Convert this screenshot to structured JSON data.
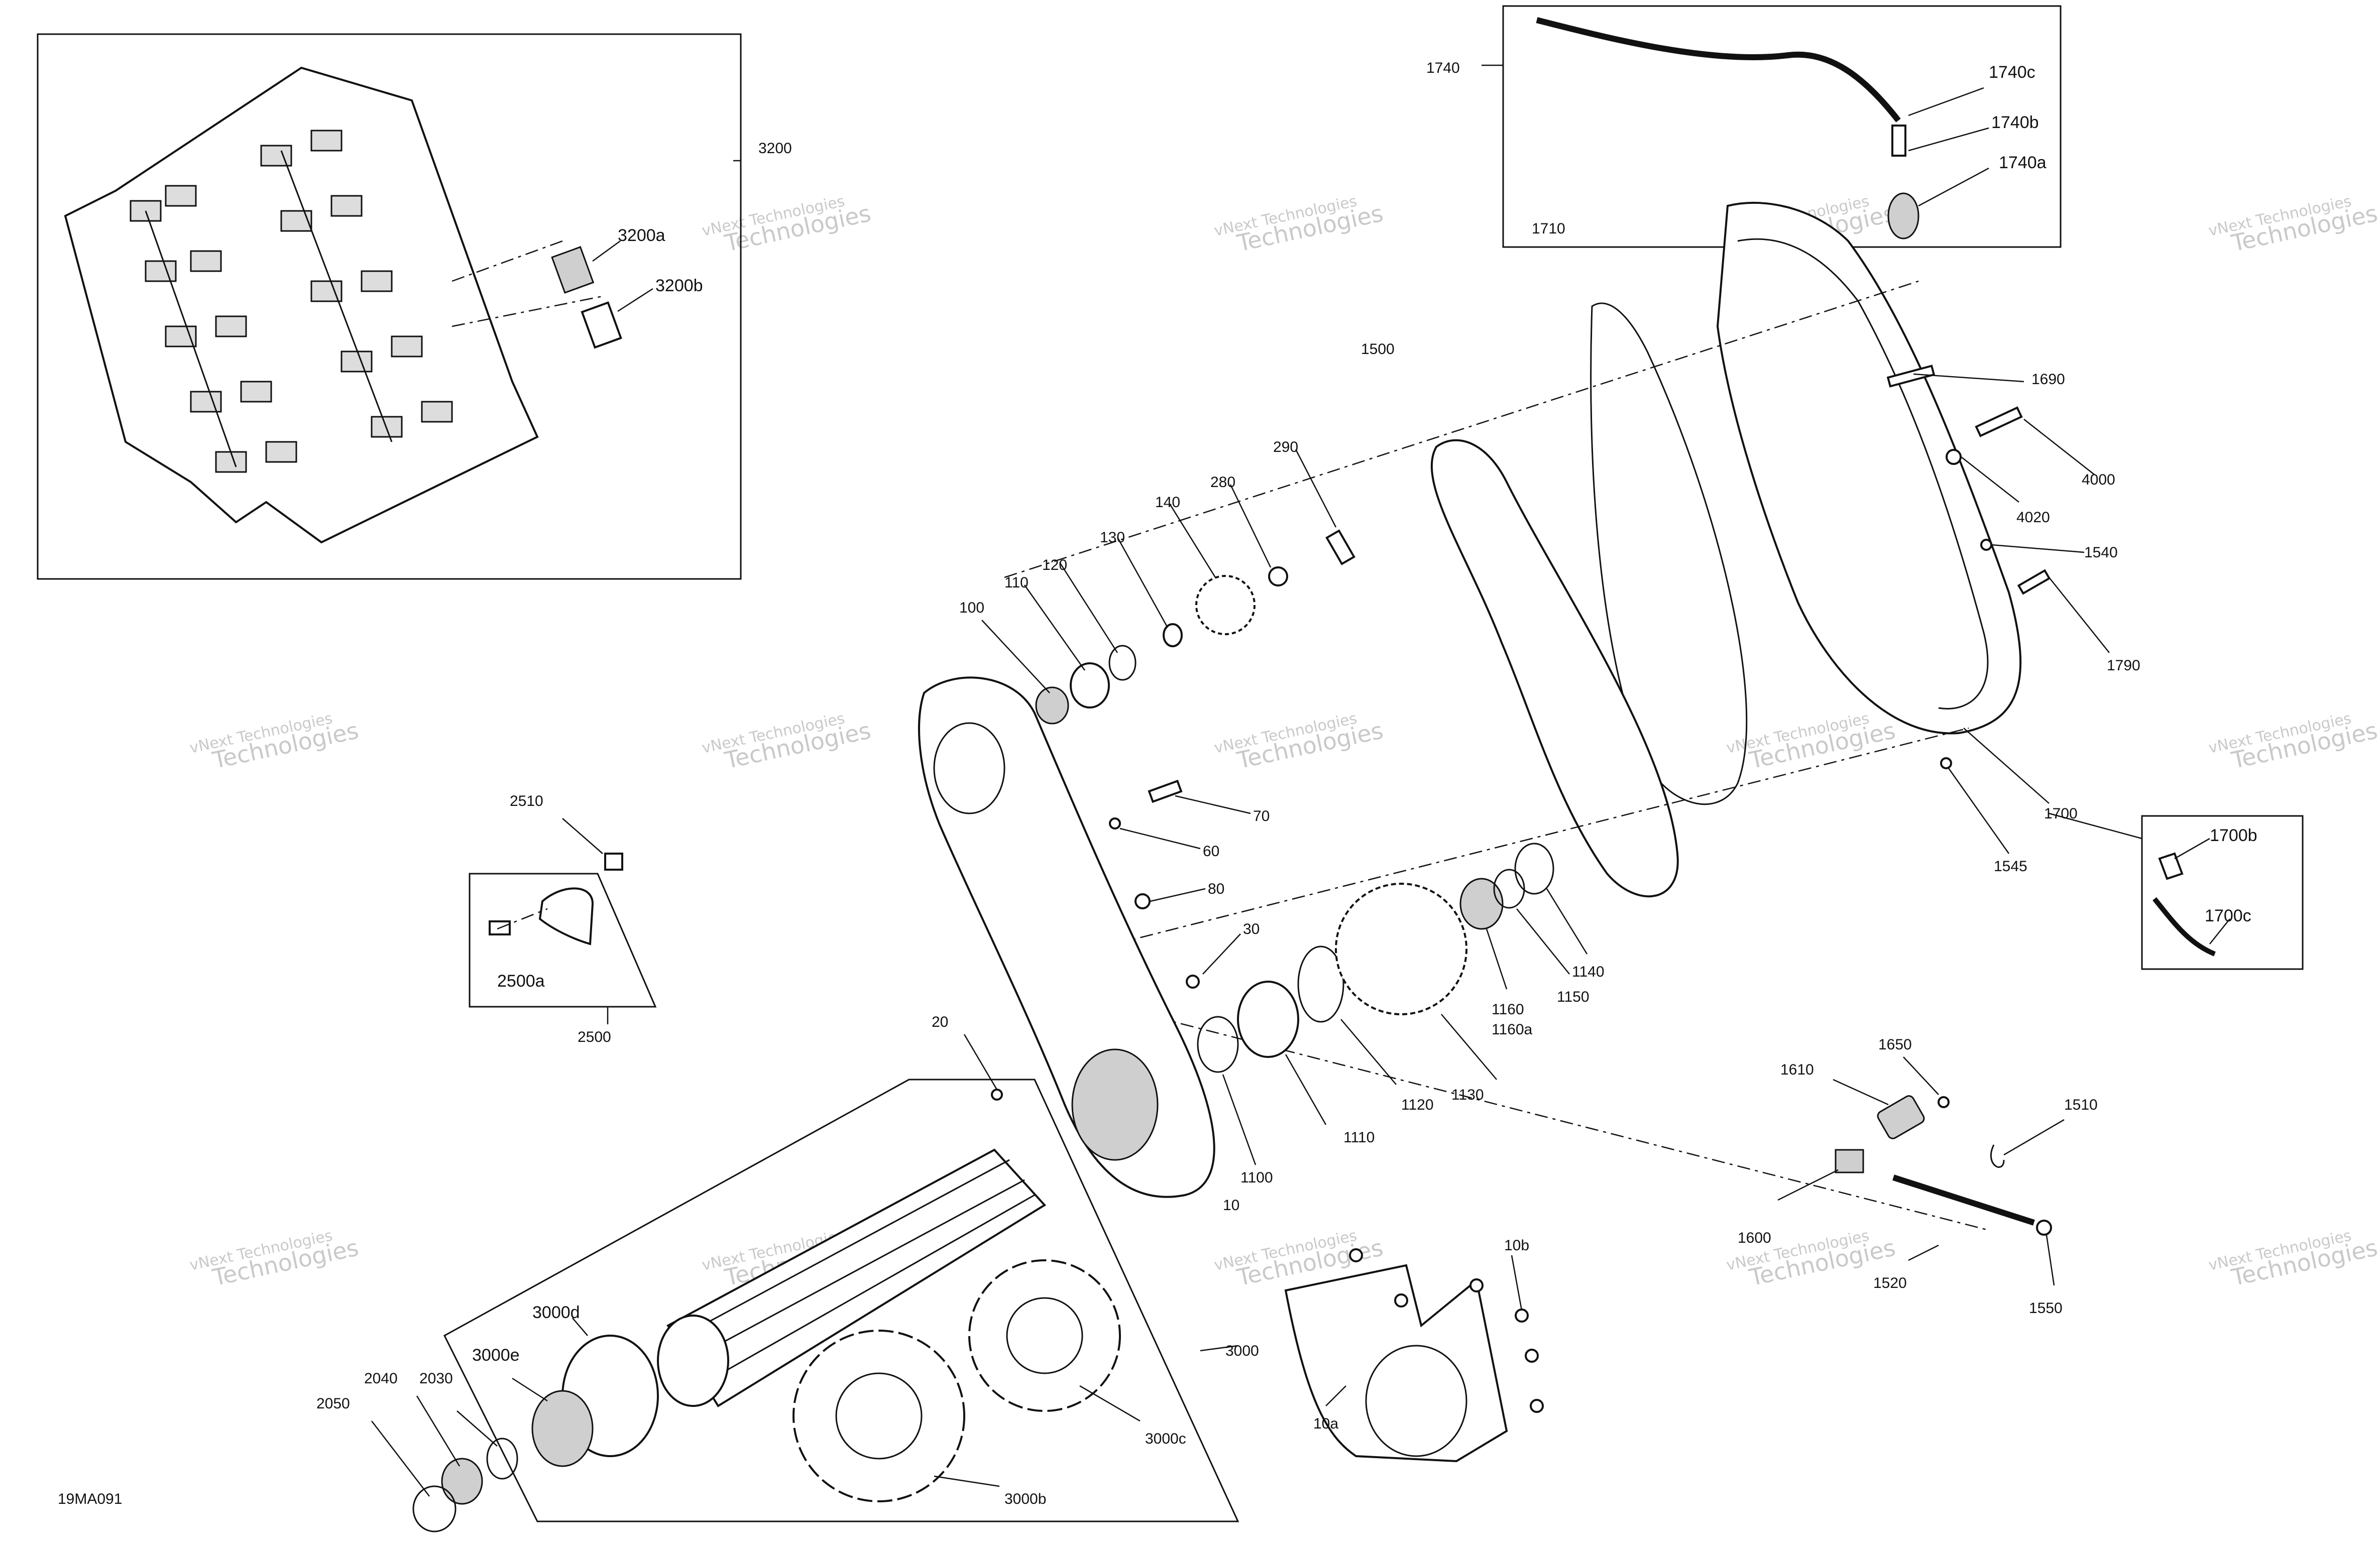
{
  "diagram_code": "19MA091",
  "watermark": {
    "line1": "vNext Technologies",
    "line2a": "vNext",
    "line2b": "Technologies"
  },
  "labels": {
    "l3200": "3200",
    "l3200a": "3200a",
    "l3200b": "3200b",
    "l1740": "1740",
    "l1740a": "1740a",
    "l1740b": "1740b",
    "l1740c": "1740c",
    "l1710": "1710",
    "l1500": "1500",
    "l290": "290",
    "l280": "280",
    "l140": "140",
    "l130": "130",
    "l120": "120",
    "l110": "110",
    "l100": "100",
    "l1690": "1690",
    "l4000": "4000",
    "l4020": "4020",
    "l1540": "1540",
    "l1790": "1790",
    "l1700": "1700",
    "l1700b": "1700b",
    "l1700c": "1700c",
    "l1545": "1545",
    "l70": "70",
    "l60": "60",
    "l80": "80",
    "l30": "30",
    "l20": "20",
    "l2510": "2510",
    "l2500a": "2500a",
    "l2500": "2500",
    "l1140": "1140",
    "l1150": "1150",
    "l1160": "1160",
    "l1160a": "1160a",
    "l1130": "1130",
    "l1120": "1120",
    "l1110": "1110",
    "l1100": "1100",
    "l10": "10",
    "l1650": "1650",
    "l1610": "1610",
    "l1510": "1510",
    "l1600": "1600",
    "l1520": "1520",
    "l1550": "1550",
    "l10a": "10a",
    "l10b": "10b",
    "l3000": "3000",
    "l3000c": "3000c",
    "l3000b": "3000b",
    "l3000d": "3000d",
    "l3000e": "3000e",
    "l2040": "2040",
    "l2030": "2030",
    "l2050": "2050"
  }
}
